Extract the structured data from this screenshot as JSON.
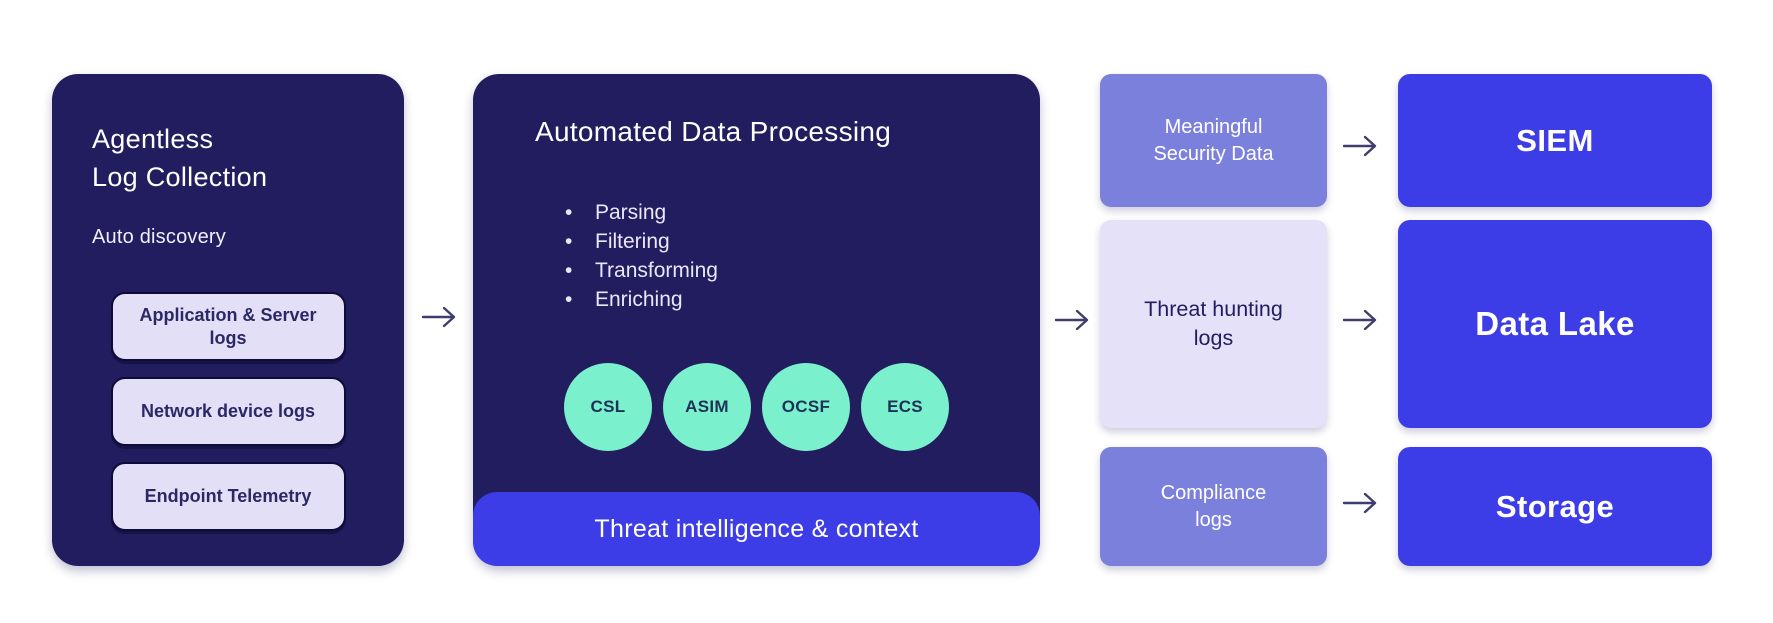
{
  "colors": {
    "navy": "#211d5e",
    "blue": "#3d3de8",
    "periwinkle": "#7b80dc",
    "lavender": "#e4e1f9",
    "mint": "#7bf0cc",
    "subbox-fill": "#e2dff7",
    "subbox-border": "#0e0b38",
    "subbox-text": "#2b2866",
    "circle-text": "#1e3258",
    "bullet-text": "#e9e7f8",
    "arrow": "#3f3c70",
    "canvas-bg": "#ffffff",
    "white-text": "#ffffff"
  },
  "collection": {
    "title_line1": "Agentless",
    "title_line2": "Log Collection",
    "subtitle": "Auto discovery",
    "sources": [
      "Application & Server logs",
      "Network device logs",
      "Endpoint Telemetry"
    ]
  },
  "processing": {
    "title": "Automated Data Processing",
    "steps": [
      "Parsing",
      "Filtering",
      "Transforming",
      "Enriching"
    ],
    "schemas": [
      "CSL",
      "ASIM",
      "OCSF",
      "ECS"
    ],
    "banner": "Threat intelligence & context"
  },
  "outputs": [
    {
      "line1": "Meaningful",
      "line2": "Security Data"
    },
    {
      "line1": "Threat hunting",
      "line2": "logs"
    },
    {
      "line1": "Compliance",
      "line2": "logs"
    }
  ],
  "destinations": [
    "SIEM",
    "Data Lake",
    "Storage"
  ]
}
